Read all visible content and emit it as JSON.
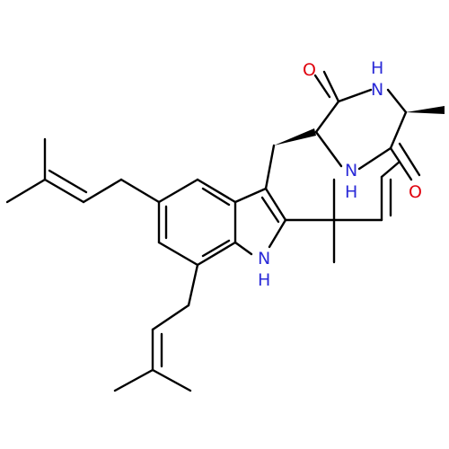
{
  "colors": {
    "carbon": "#000000",
    "oxygen": "#e0000d",
    "nitrogen": "#2b2bd8",
    "background": "#ffffff"
  },
  "atoms": {
    "o_upper": "O",
    "o_lower": "O",
    "nh_ring_upper": "N",
    "h_ring_upper": "H",
    "nh_ring_lower": "N",
    "h_ring_lower": "H",
    "n_indole": "N",
    "h_indole": "H"
  }
}
